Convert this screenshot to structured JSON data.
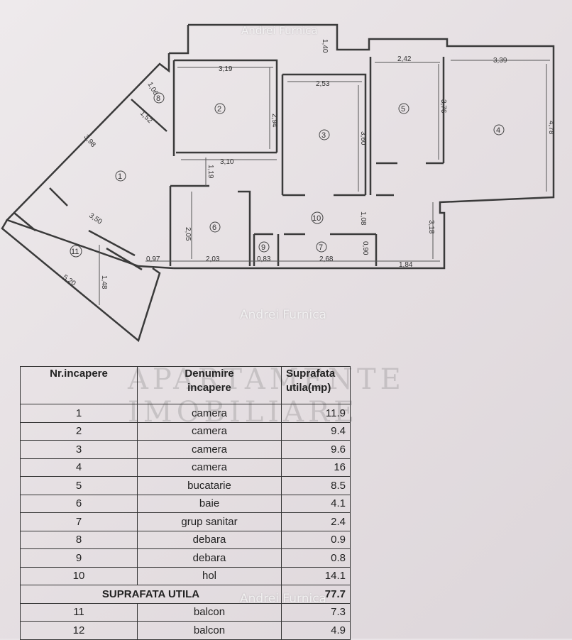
{
  "watermarks": {
    "top": "Andrei Furnica",
    "middle": "Andrei Furnica",
    "bottom": "Andrei Furnica",
    "brand": "APARTAMENTE IMOBILIARE"
  },
  "plan": {
    "room_numbers": [
      "1",
      "2",
      "3",
      "4",
      "5",
      "6",
      "7",
      "8",
      "9",
      "10",
      "11"
    ],
    "dimensions": [
      "3,19",
      "2,94",
      "2,53",
      "3,60",
      "2,42",
      "3,76",
      "3,39",
      "4,78",
      "3,10",
      "1,19",
      "1,06",
      "1,52",
      "3,98",
      "3,50",
      "1,48",
      "5,20",
      "2,05",
      "0,97",
      "2,03",
      "0,83",
      "2,68",
      "0,90",
      "1,84",
      "1,08",
      "3,18",
      "1,40"
    ]
  },
  "table": {
    "headers": {
      "nr": "Nr.incapere",
      "name_line1": "Denumire",
      "name_line2": "incapere",
      "area_line1": "Suprafata",
      "area_line2": "utila(mp)"
    },
    "rows": [
      {
        "nr": "1",
        "name": "camera",
        "area": "11.9"
      },
      {
        "nr": "2",
        "name": "camera",
        "area": "9.4"
      },
      {
        "nr": "3",
        "name": "camera",
        "area": "9.6"
      },
      {
        "nr": "4",
        "name": "camera",
        "area": "16"
      },
      {
        "nr": "5",
        "name": "bucatarie",
        "area": "8.5"
      },
      {
        "nr": "6",
        "name": "baie",
        "area": "4.1"
      },
      {
        "nr": "7",
        "name": "grup sanitar",
        "area": "2.4"
      },
      {
        "nr": "8",
        "name": "debara",
        "area": "0.9"
      },
      {
        "nr": "9",
        "name": "debara",
        "area": "0.8"
      },
      {
        "nr": "10",
        "name": "hol",
        "area": "14.1"
      }
    ],
    "total_label": "SUPRAFATA UTILA",
    "total_value": "77.7",
    "balcony_rows": [
      {
        "nr": "11",
        "name": "balcon",
        "area": "7.3"
      },
      {
        "nr": "12",
        "name": "balcon",
        "area": "4.9"
      }
    ]
  }
}
